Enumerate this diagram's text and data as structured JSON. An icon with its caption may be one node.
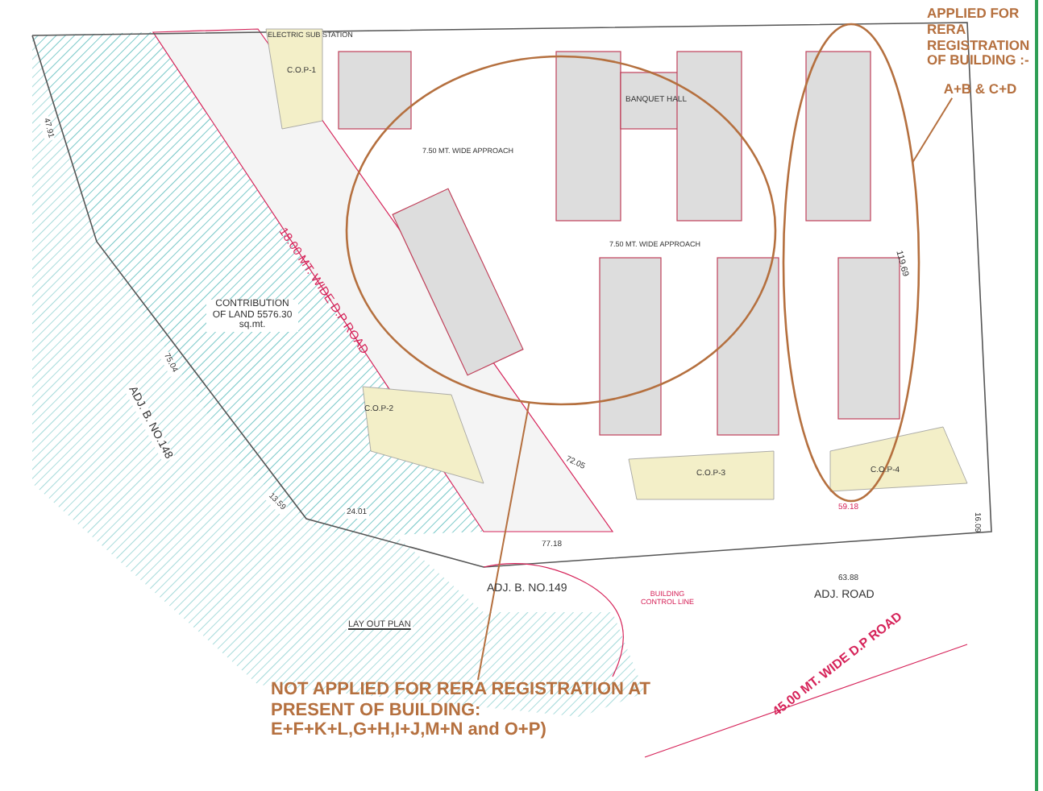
{
  "diagram": {
    "nodes": [
      {
        "text": [],
        "shape": "ellipse"
      },
      {
        "text": [],
        "shape": "ellipse"
      },
      {
        "text": [
          "APPLIED FOR RERA REGISTRATION OF BUILDING :-",
          "A+B & C+D"
        ]
      },
      {
        "text": [
          "NOT APPLIED FOR RERA REGISTRATION AT PRESENT OF BUILDING:",
          "E+F+K+L,G+H,I+J,M+N and O+P)"
        ]
      }
    ],
    "edges": [
      {
        "from": 2,
        "to": 1,
        "arrow": "none"
      },
      {
        "from": 3,
        "to": 0,
        "arrow": "none"
      }
    ],
    "labels": [
      "ELECTRIC SUB STATION",
      "C.O.P-1",
      "BANQUET HALL",
      "18.00 MT. WIDE D.P ROAD",
      "7.50 MT. WIDE APPROACH",
      "7.50 MT. WIDE APPROACH",
      "47.91",
      "CONTRIBUTION OF LAND 5576.30 sq.mt.",
      "75.04",
      "ADJ. B. NO.148",
      "119.69",
      "C.O.P-2",
      "72.05",
      "C.O.P-3",
      "C.O.P-4",
      "59.18",
      "13.59",
      "24.01",
      "77.18",
      "ADJ. B. NO.149",
      "63.88",
      "16.09",
      "ADJ. ROAD",
      "BUILDING CONTROL LINE",
      "LAY OUT PLAN",
      "45.00 MT. WIDE D.P ROAD"
    ]
  }
}
